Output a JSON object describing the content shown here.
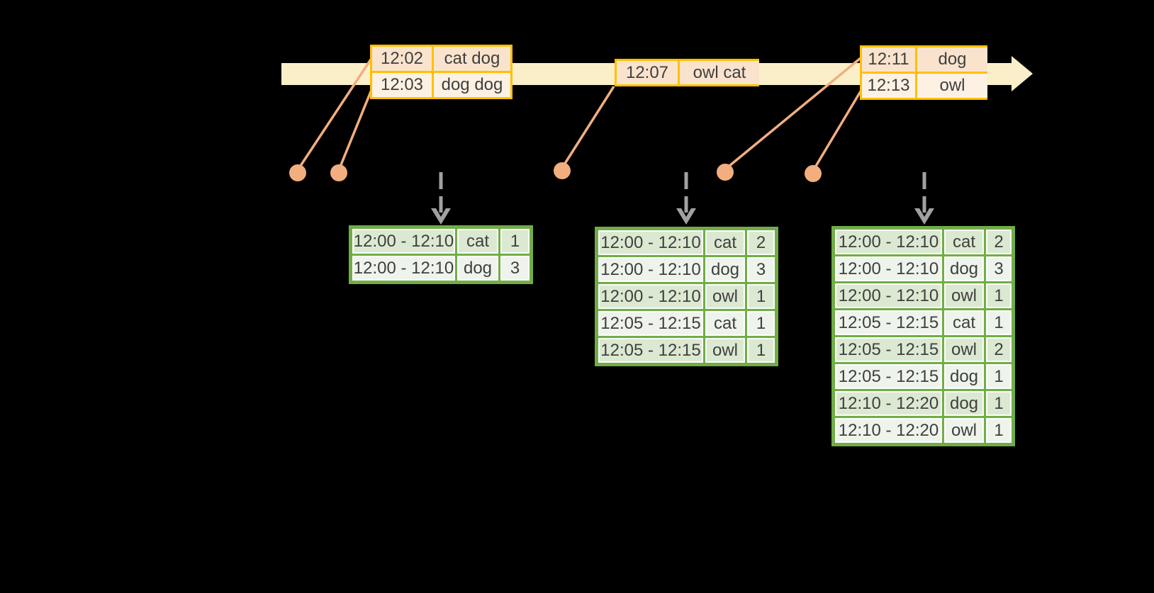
{
  "diagram_title": "windowed-word-count-stream-diagram",
  "colors": {
    "background": "#000000",
    "timeline_band": "#FBEFC9",
    "event_table_border": "#FFC000",
    "event_row_dark": "#FAE3CD",
    "event_row_light": "#FDF1E3",
    "connector_salmon": "#F2AE7F",
    "arrow_gray": "#A1A1A1",
    "result_table_border": "#70AD47",
    "result_row_dark": "#DCE9D2",
    "result_row_light": "#EEF4EB",
    "text": "#3F3F3F"
  },
  "event_tables": [
    {
      "rows": [
        {
          "time": "12:02",
          "words": "cat dog"
        },
        {
          "time": "12:03",
          "words": "dog dog"
        }
      ]
    },
    {
      "rows": [
        {
          "time": "12:07",
          "words": "owl cat"
        }
      ]
    },
    {
      "rows": [
        {
          "time": "12:11",
          "words": "dog"
        },
        {
          "time": "12:13",
          "words": "owl"
        }
      ]
    }
  ],
  "result_tables": [
    {
      "rows": [
        [
          "12:00 - 12:10",
          "cat",
          "1"
        ],
        [
          "12:00 - 12:10",
          "dog",
          "3"
        ]
      ]
    },
    {
      "rows": [
        [
          "12:00 - 12:10",
          "cat",
          "2"
        ],
        [
          "12:00 - 12:10",
          "dog",
          "3"
        ],
        [
          "12:00 - 12:10",
          "owl",
          "1"
        ],
        [
          "12:05 - 12:15",
          "cat",
          "1"
        ],
        [
          "12:05 - 12:15",
          "owl",
          "1"
        ]
      ]
    },
    {
      "rows": [
        [
          "12:00 - 12:10",
          "cat",
          "2"
        ],
        [
          "12:00 - 12:10",
          "dog",
          "3"
        ],
        [
          "12:00 - 12:10",
          "owl",
          "1"
        ],
        [
          "12:05 - 12:15",
          "cat",
          "1"
        ],
        [
          "12:05 - 12:15",
          "owl",
          "2"
        ],
        [
          "12:05 - 12:15",
          "dog",
          "1"
        ],
        [
          "12:10 - 12:20",
          "dog",
          "1"
        ],
        [
          "12:10 - 12:20",
          "owl",
          "1"
        ]
      ]
    }
  ]
}
